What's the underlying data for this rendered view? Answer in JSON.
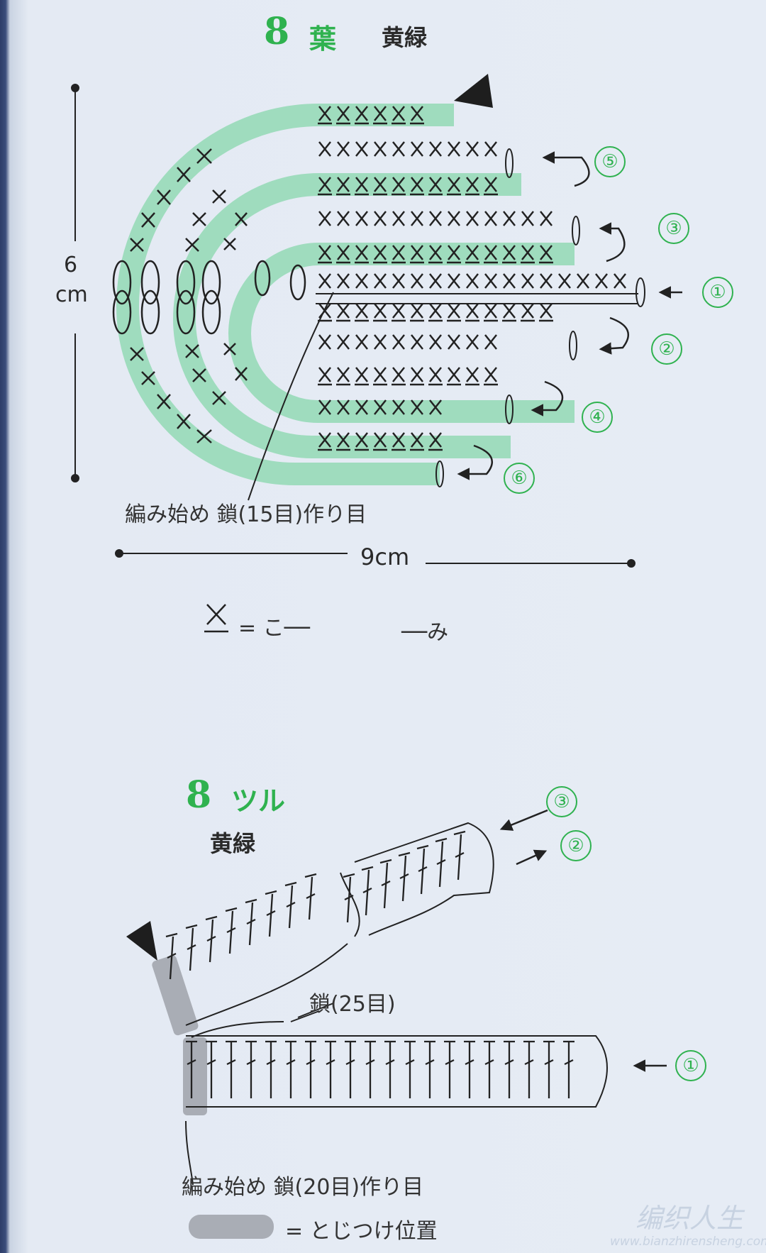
{
  "leaf": {
    "number": "8",
    "title": "葉",
    "color_name": "黄緑",
    "height_label": "6",
    "height_unit": "cm",
    "width_label": "9cm",
    "start_note": "編み始め 鎖(15目)作り目",
    "row_markers": [
      "①",
      "②",
      "③",
      "④",
      "⑤",
      "⑥"
    ]
  },
  "legend": {
    "symbol": "X",
    "text": "= こ──",
    "text_end": "──み"
  },
  "vine": {
    "number": "8",
    "title": "ツル",
    "color_name": "黄緑",
    "chain_label": "鎖(25目)",
    "start_note": "編み始め 鎖(20目)作り目",
    "row_markers": [
      "③",
      "②",
      "①"
    ]
  },
  "join_legend": {
    "text": "= とじつけ位置"
  },
  "watermark": {
    "main": "编织人生",
    "url": "www.bianzhirensheng.com"
  },
  "colors": {
    "accent_green": "#2fb24f",
    "band_green": "#9fdcbe",
    "join_gray": "#a9adb5"
  }
}
